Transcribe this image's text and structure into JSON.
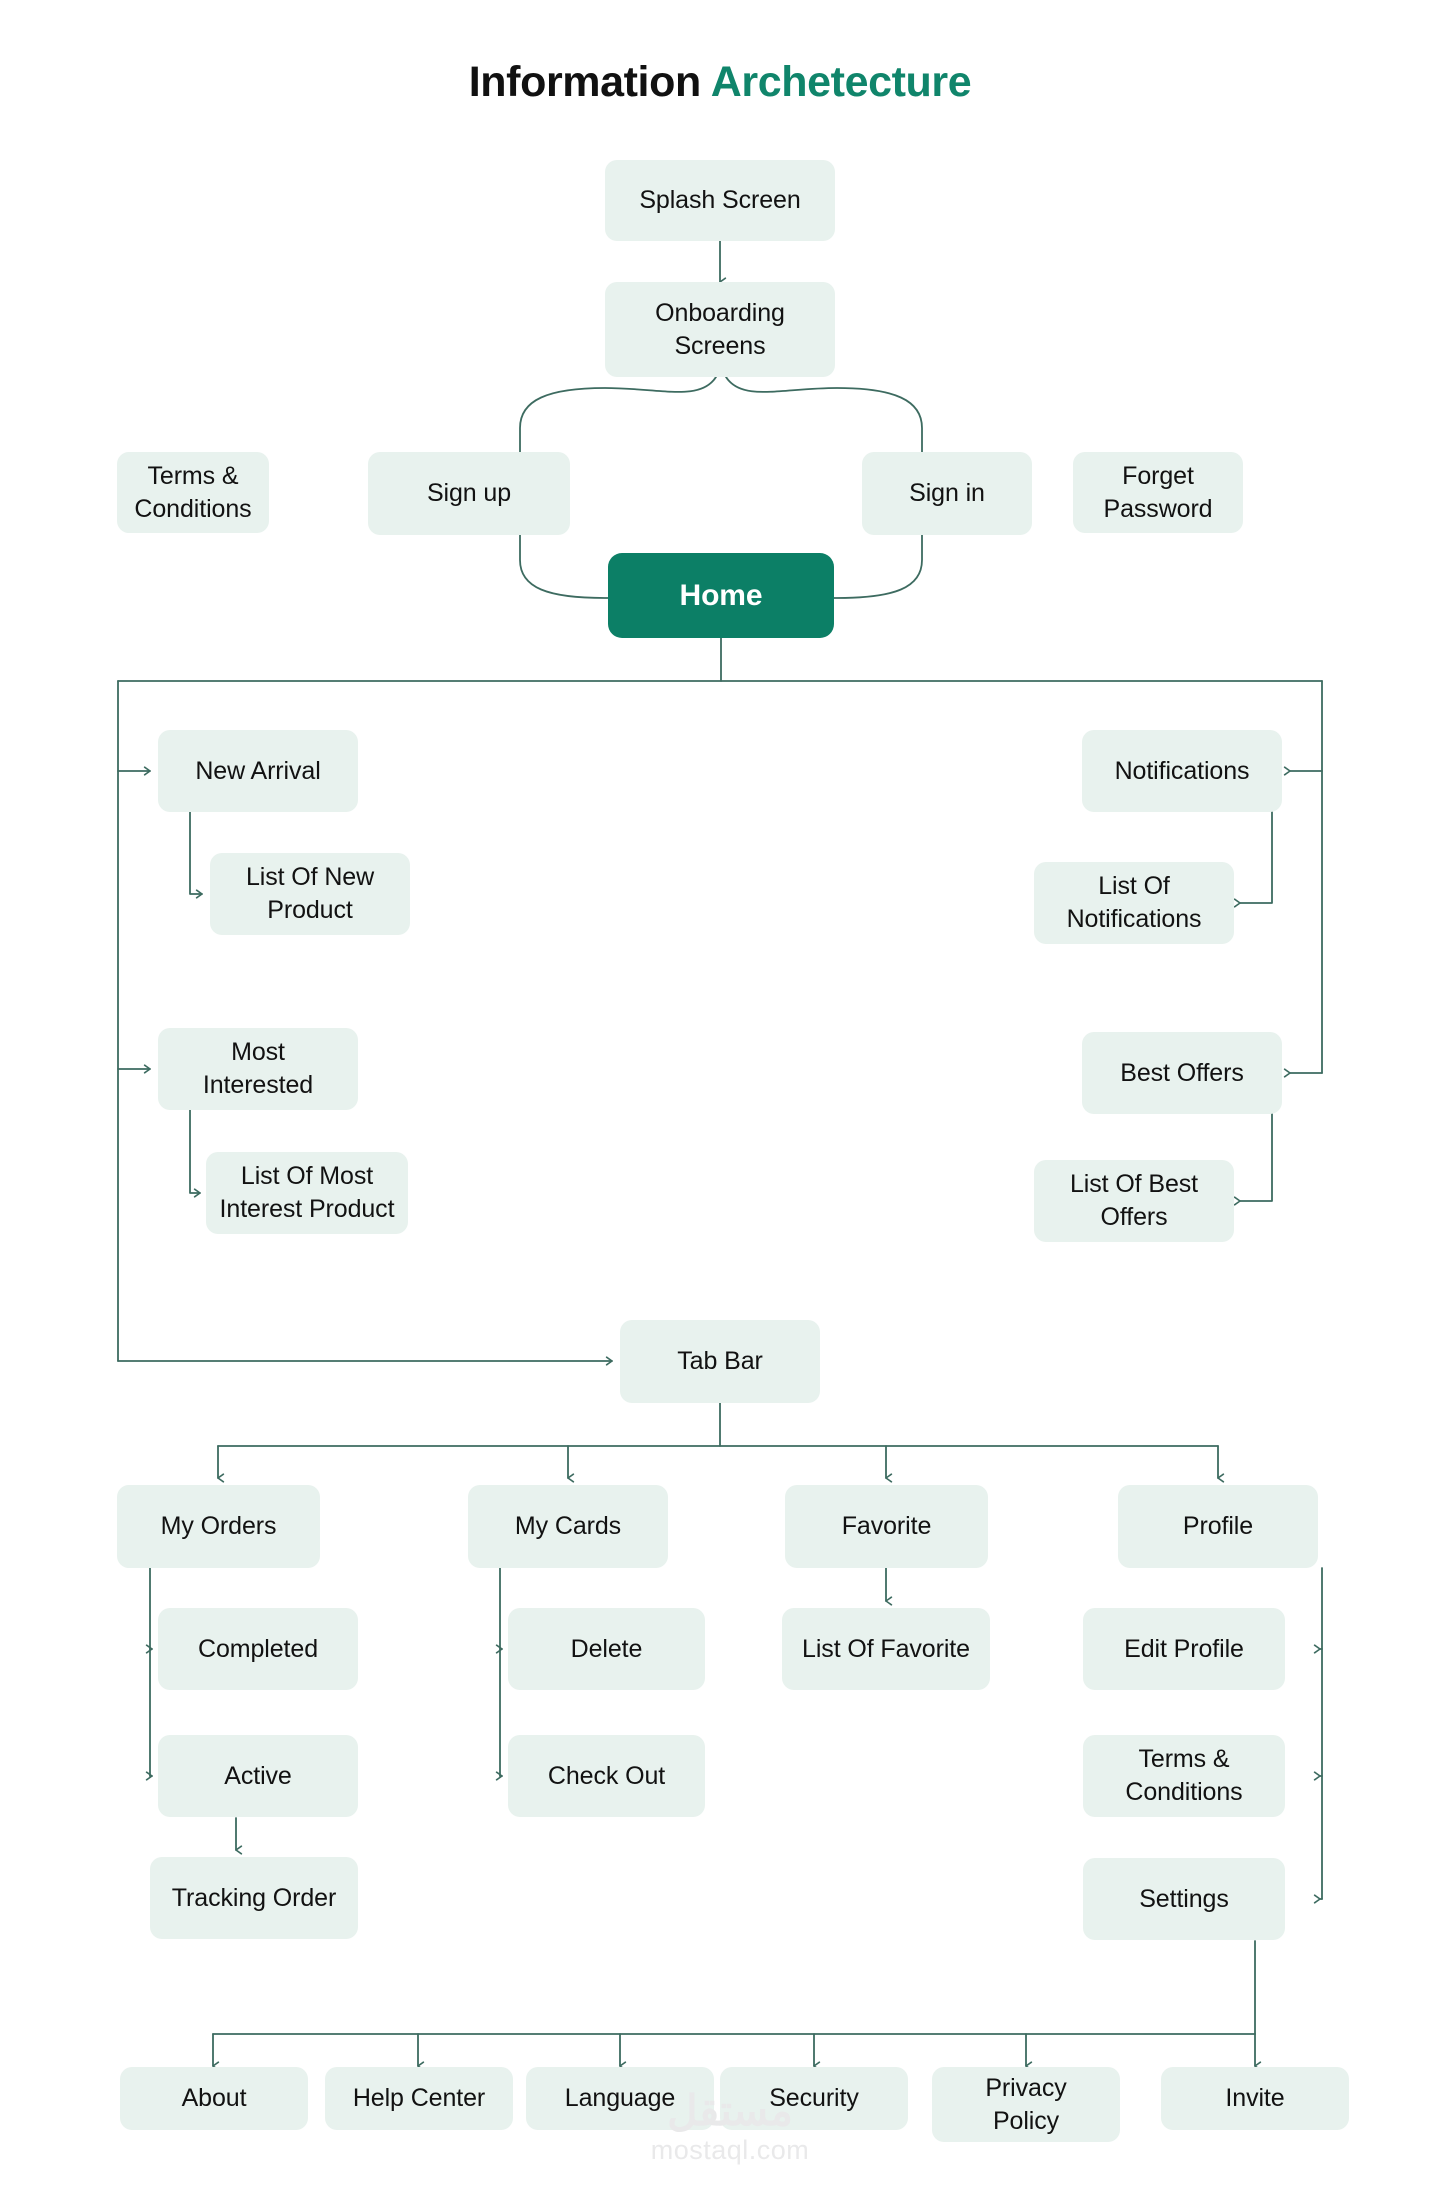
{
  "title": {
    "part1": "Information ",
    "part2": "Archetecture",
    "accent_color": "#10856B"
  },
  "theme": {
    "node_fill": "#E8F2EE",
    "node_text": "#121212",
    "home_fill": "#0C7F66",
    "home_text": "#FFFFFF",
    "connector": "#3D6B60",
    "background": "#FFFFFF"
  },
  "watermark": {
    "arabic": "مستقل",
    "latin": "mostaql.com"
  },
  "nodes": {
    "splash_screen": "Splash Screen",
    "onboarding_screens": "Onboarding\nScreens",
    "terms_conditions_auth": "Terms &\nConditions",
    "sign_up": "Sign up",
    "sign_in": "Sign in",
    "forget_password": "Forget\nPassword",
    "home": "Home",
    "new_arrival": "New Arrival",
    "list_of_new_product": "List Of New\nProduct",
    "most_interested": "Most\nInterested",
    "list_of_most_interest_product": "List Of Most\nInterest Product",
    "notifications": "Notifications",
    "list_of_notifications": "List Of\nNotifications",
    "best_offers": "Best Offers",
    "list_of_best_offers": "List Of Best\nOffers",
    "tab_bar": "Tab Bar",
    "my_orders": "My Orders",
    "my_cards": "My Cards",
    "favorite": "Favorite",
    "profile": "Profile",
    "completed": "Completed",
    "active": "Active",
    "tracking_order": "Tracking Order",
    "delete": "Delete",
    "check_out": "Check Out",
    "list_of_favorite": "List Of Favorite",
    "edit_profile": "Edit Profile",
    "terms_conditions_profile": "Terms &\nConditions",
    "settings": "Settings",
    "about": "About",
    "help_center": "Help Center",
    "language": "Language",
    "security": "Security",
    "privacy_policy": "Privacy\nPolicy",
    "invite": "Invite"
  },
  "diagram": {
    "type": "flowchart",
    "levels": [
      {
        "name": "entry",
        "items": [
          "Splash Screen",
          "Onboarding Screens"
        ]
      },
      {
        "name": "auth",
        "items": [
          "Terms & Conditions",
          "Sign up",
          "Sign in",
          "Forget Password"
        ]
      },
      {
        "name": "root",
        "items": [
          "Home"
        ]
      },
      {
        "name": "home-children",
        "items": [
          "New Arrival",
          "Most Interested",
          "Notifications",
          "Best Offers",
          "Tab Bar"
        ]
      },
      {
        "name": "home-grandchildren",
        "items": [
          "List Of New Product",
          "List Of Most Interest Product",
          "List Of Notifications",
          "List Of Best Offers"
        ]
      },
      {
        "name": "tabs",
        "items": [
          "My Orders",
          "My Cards",
          "Favorite",
          "Profile"
        ]
      },
      {
        "name": "tab-children",
        "items": [
          "Completed",
          "Active",
          "Tracking Order",
          "Delete",
          "Check Out",
          "List Of Favorite",
          "Edit Profile",
          "Terms & Conditions",
          "Settings"
        ]
      },
      {
        "name": "settings-children",
        "items": [
          "About",
          "Help Center",
          "Language",
          "Security",
          "Privacy Policy",
          "Invite"
        ]
      }
    ]
  }
}
